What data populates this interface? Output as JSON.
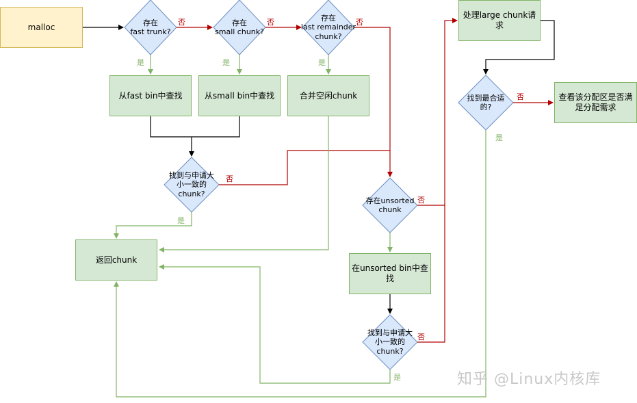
{
  "nodes": {
    "malloc": "malloc",
    "d_fast": "存在\nfast trunk?",
    "d_small": "存在\nsmall chunk?",
    "d_remainder": "存在\nlast remainder\nchunk?",
    "find_fast": "从fast bin中查找",
    "find_small": "从small bin中查找",
    "merge_free": "合并空闲chunk",
    "d_match1": "找到与申请大\n小一致的\nchunk?",
    "return_chunk": "返回chunk",
    "d_unsorted": "存在unsorted\nchunk",
    "find_unsorted": "在unsorted bin中查找",
    "d_match2": "找到与申请大\n小一致的\nchunk?",
    "large_chunk": "处理large chunk请求",
    "d_best": "找到最合适\n的?",
    "check_alloc": "查看该分配区是否满\n足分配需求"
  },
  "labels": {
    "no": "否",
    "yes": "是"
  },
  "watermark": "知乎 @Linux内核库",
  "colors": {
    "yes_edge": "#82b366",
    "no_edge": "#b20000",
    "normal_edge": "#000000",
    "process_fill": "#d5e8d4",
    "decision_fill": "#dae8fc",
    "start_fill": "#fff2cc"
  }
}
